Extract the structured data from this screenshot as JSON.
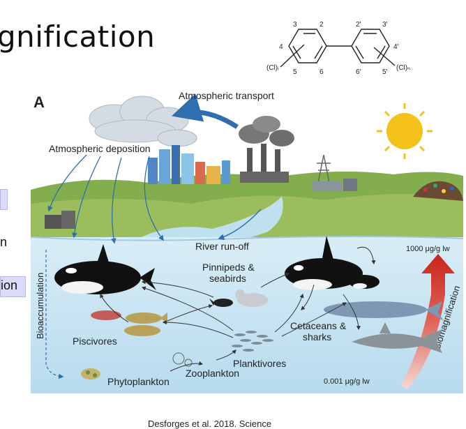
{
  "slide": {
    "title": "gnification",
    "left_tabs": [
      "",
      "n",
      "ion"
    ],
    "credit": "Desforges et al. 2018. Science"
  },
  "structure": {
    "left_positions": [
      "3",
      "2",
      "4",
      "5",
      "6"
    ],
    "right_positions": [
      "2'",
      "3'",
      "4'",
      "6'",
      "5'"
    ],
    "left_substituent": "(Cl)ᵢ",
    "right_substituent": "(Cl)ₙ"
  },
  "figure": {
    "panel_label": "A",
    "atmospheric_transport": "Atmospheric transport",
    "atmospheric_deposition": "Atmospheric deposition",
    "river_runoff": "River run-off",
    "high_concentration": "1000 μg/g lw",
    "low_concentration": "0.001 μg/g lw",
    "bioaccumulation": "Bioaccumulation",
    "biomagnification": "Biomagnification",
    "pinnipeds_line1": "Pinnipeds &",
    "pinnipeds_line2": "seabirds",
    "cetaceans_line1": "Cetaceans &",
    "cetaceans_line2": "sharks",
    "piscivores": "Piscivores",
    "planktivores": "Planktivores",
    "zooplankton": "Zooplankton",
    "phytoplankton": "Phytoplankton"
  },
  "colors": {
    "sky": "#ffffff",
    "land": "#7fa94a",
    "water": "#cfe6f2",
    "water_deep": "#a9d3ea",
    "arrow": "#2f6fb0",
    "biomag_arrow": "#d8342a",
    "sun": "#f5c21b"
  }
}
